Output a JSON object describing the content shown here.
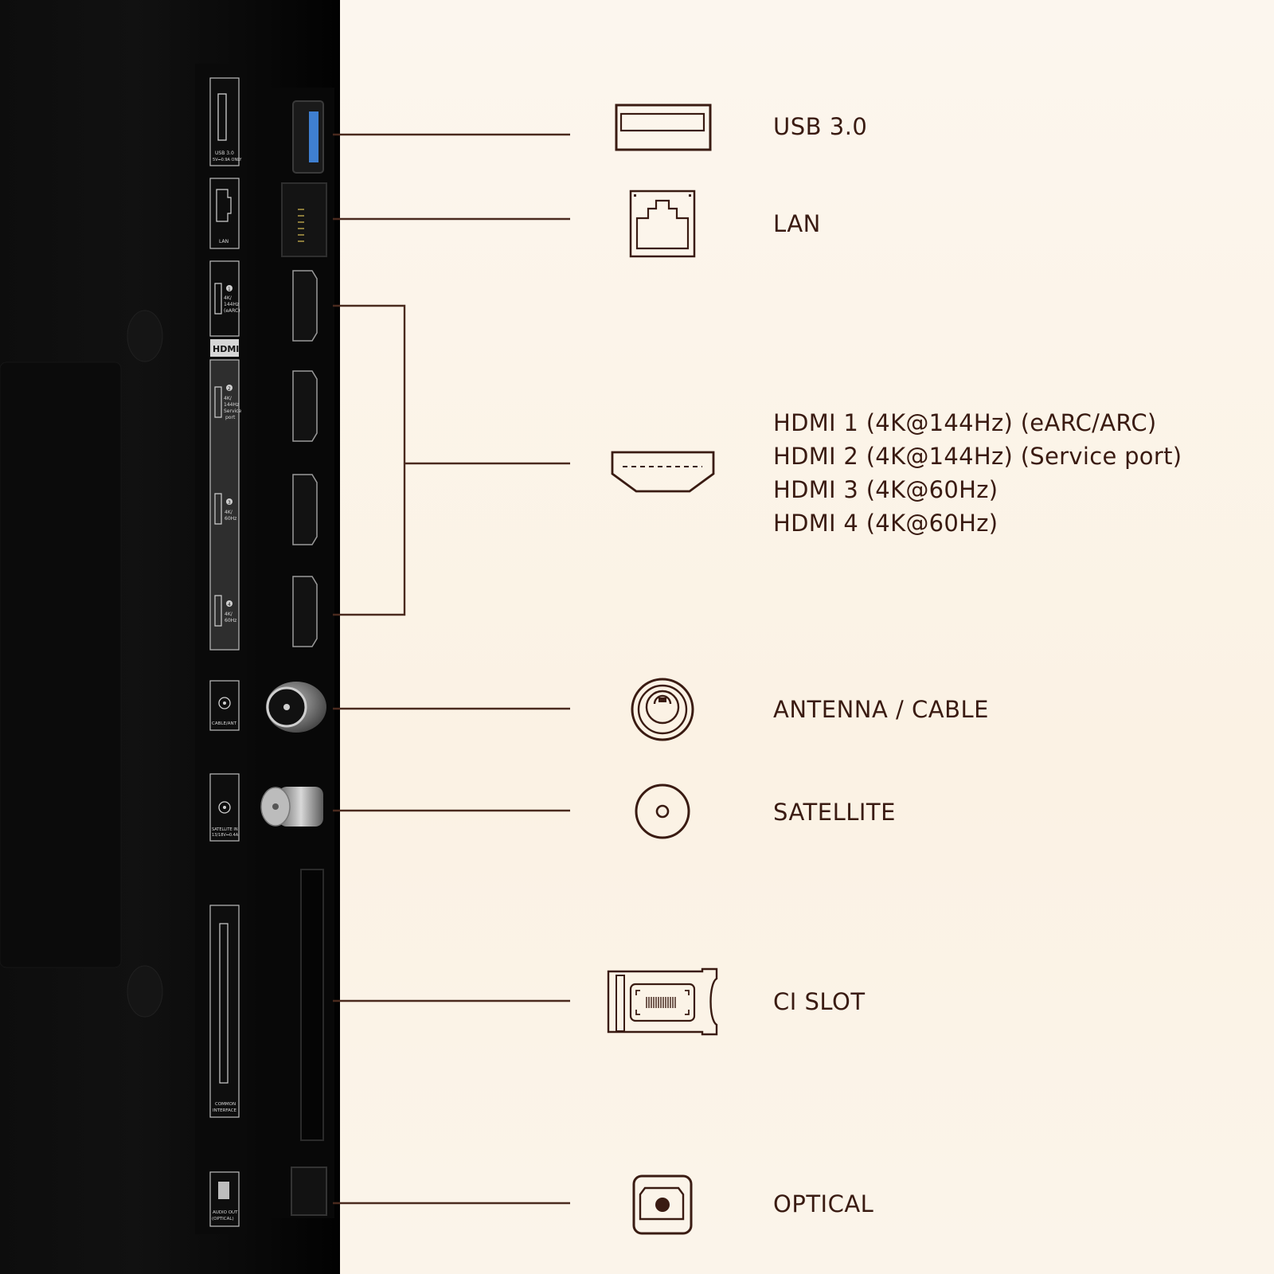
{
  "colors": {
    "line": "#4a2a1e",
    "icon": "#3a1b12",
    "panel": "#0d0d0d",
    "label_strip": "#cfcfcf",
    "usb_blue": "#3f7fd0",
    "background": "#fbf3e7"
  },
  "panel_labels": {
    "usb": "USB 3.0",
    "usb_sub": "5V⎓0.9A ONLY",
    "lan": "LAN",
    "hdmi_logo": "HDMI",
    "hdmi1_num": "1",
    "hdmi1_lines": [
      "4K/",
      "144Hz",
      "(eARC)"
    ],
    "hdmi2_num": "2",
    "hdmi2_lines": [
      "4K/",
      "144Hz",
      "Service",
      "port"
    ],
    "hdmi3_num": "3",
    "hdmi3_lines": [
      "4K/",
      "60Hz"
    ],
    "hdmi4_num": "4",
    "hdmi4_lines": [
      "4K/",
      "60Hz"
    ],
    "cable": "CABLE/ANT",
    "satellite_1": "SATELLITE IN",
    "satellite_2": "13/18V⎓0.4A",
    "ci_1": "COMMON",
    "ci_2": "INTERFACE",
    "optical_1": "AUDIO OUT",
    "optical_2": "(OPTICAL)"
  },
  "ports": [
    {
      "id": "usb",
      "label": "USB 3.0",
      "icon": "usb-port-icon"
    },
    {
      "id": "lan",
      "label": "LAN",
      "icon": "ethernet-port-icon"
    },
    {
      "id": "hdmi",
      "labels": [
        "HDMI 1 (4K@144Hz) (eARC/ARC)",
        "HDMI 2 (4K@144Hz) (Service port)",
        "HDMI 3 (4K@60Hz)",
        "HDMI 4 (4K@60Hz)"
      ],
      "icon": "hdmi-port-icon"
    },
    {
      "id": "antenna",
      "label": "ANTENNA / CABLE",
      "icon": "antenna-port-icon"
    },
    {
      "id": "satellite",
      "label": "SATELLITE",
      "icon": "satellite-port-icon"
    },
    {
      "id": "ci",
      "label": "CI SLOT",
      "icon": "ci-slot-icon"
    },
    {
      "id": "optical",
      "label": "OPTICAL",
      "icon": "optical-port-icon"
    }
  ]
}
